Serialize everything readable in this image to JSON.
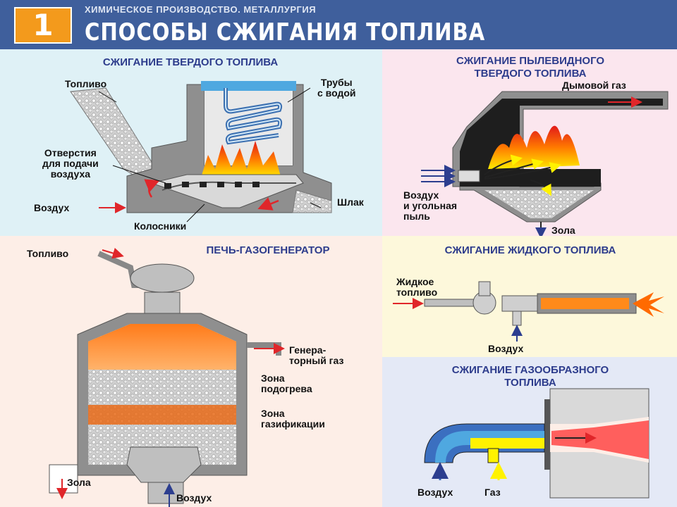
{
  "header": {
    "number": "1",
    "supertitle": "ХИМИЧЕСКОЕ ПРОИЗВОДСТВО. МЕТАЛЛУРГИЯ",
    "title": "СПОСОБЫ СЖИГАНИЯ ТОПЛИВА"
  },
  "solid_fuel": {
    "title": "СЖИГАНИЕ ТВЕРДОГО ТОПЛИВА",
    "labels": {
      "fuel": "Топливо",
      "water_pipes": "Трубы\nс водой",
      "air_holes": "Отверстия\nдля подачи\nвоздуха",
      "air": "Воздух",
      "slag": "Шлак",
      "grates": "Колосники"
    }
  },
  "pulverized_fuel": {
    "title": "СЖИГАНИЕ ПЫЛЕВИДНОГО\nТВЕРДОГО ТОПЛИВА",
    "labels": {
      "flue_gas": "Дымовой газ",
      "air_dust": "Воздух\nи угольная\nпыль",
      "ash": "Зола"
    }
  },
  "gas_generator": {
    "title": "ПЕЧЬ-ГАЗОГЕНЕРАТОР",
    "labels": {
      "fuel": "Топливо",
      "generator_gas": "Генера-\nторный газ",
      "preheat_zone": "Зона\nподогрева",
      "gasification_zone": "Зона\nгазификации",
      "ash": "Зола",
      "air": "Воздух"
    }
  },
  "liquid_fuel": {
    "title": "СЖИГАНИЕ ЖИДКОГО ТОПЛИВА",
    "labels": {
      "liquid_fuel": "Жидкое\nтопливо",
      "air": "Воздух"
    }
  },
  "gaseous_fuel": {
    "title": "СЖИГАНИЕ ГАЗООБРАЗНОГО\nТОПЛИВА",
    "labels": {
      "air": "Воздух",
      "gas": "Газ"
    }
  },
  "colors": {
    "header_bg": "#3f5f9c",
    "badge": "#f39a1c",
    "title_text": "#2d3c8c",
    "furnace": "#8f8f8f",
    "flame": "#ff6a00",
    "arrow_red": "#e0262a",
    "arrow_blue": "#2c3e8f"
  }
}
